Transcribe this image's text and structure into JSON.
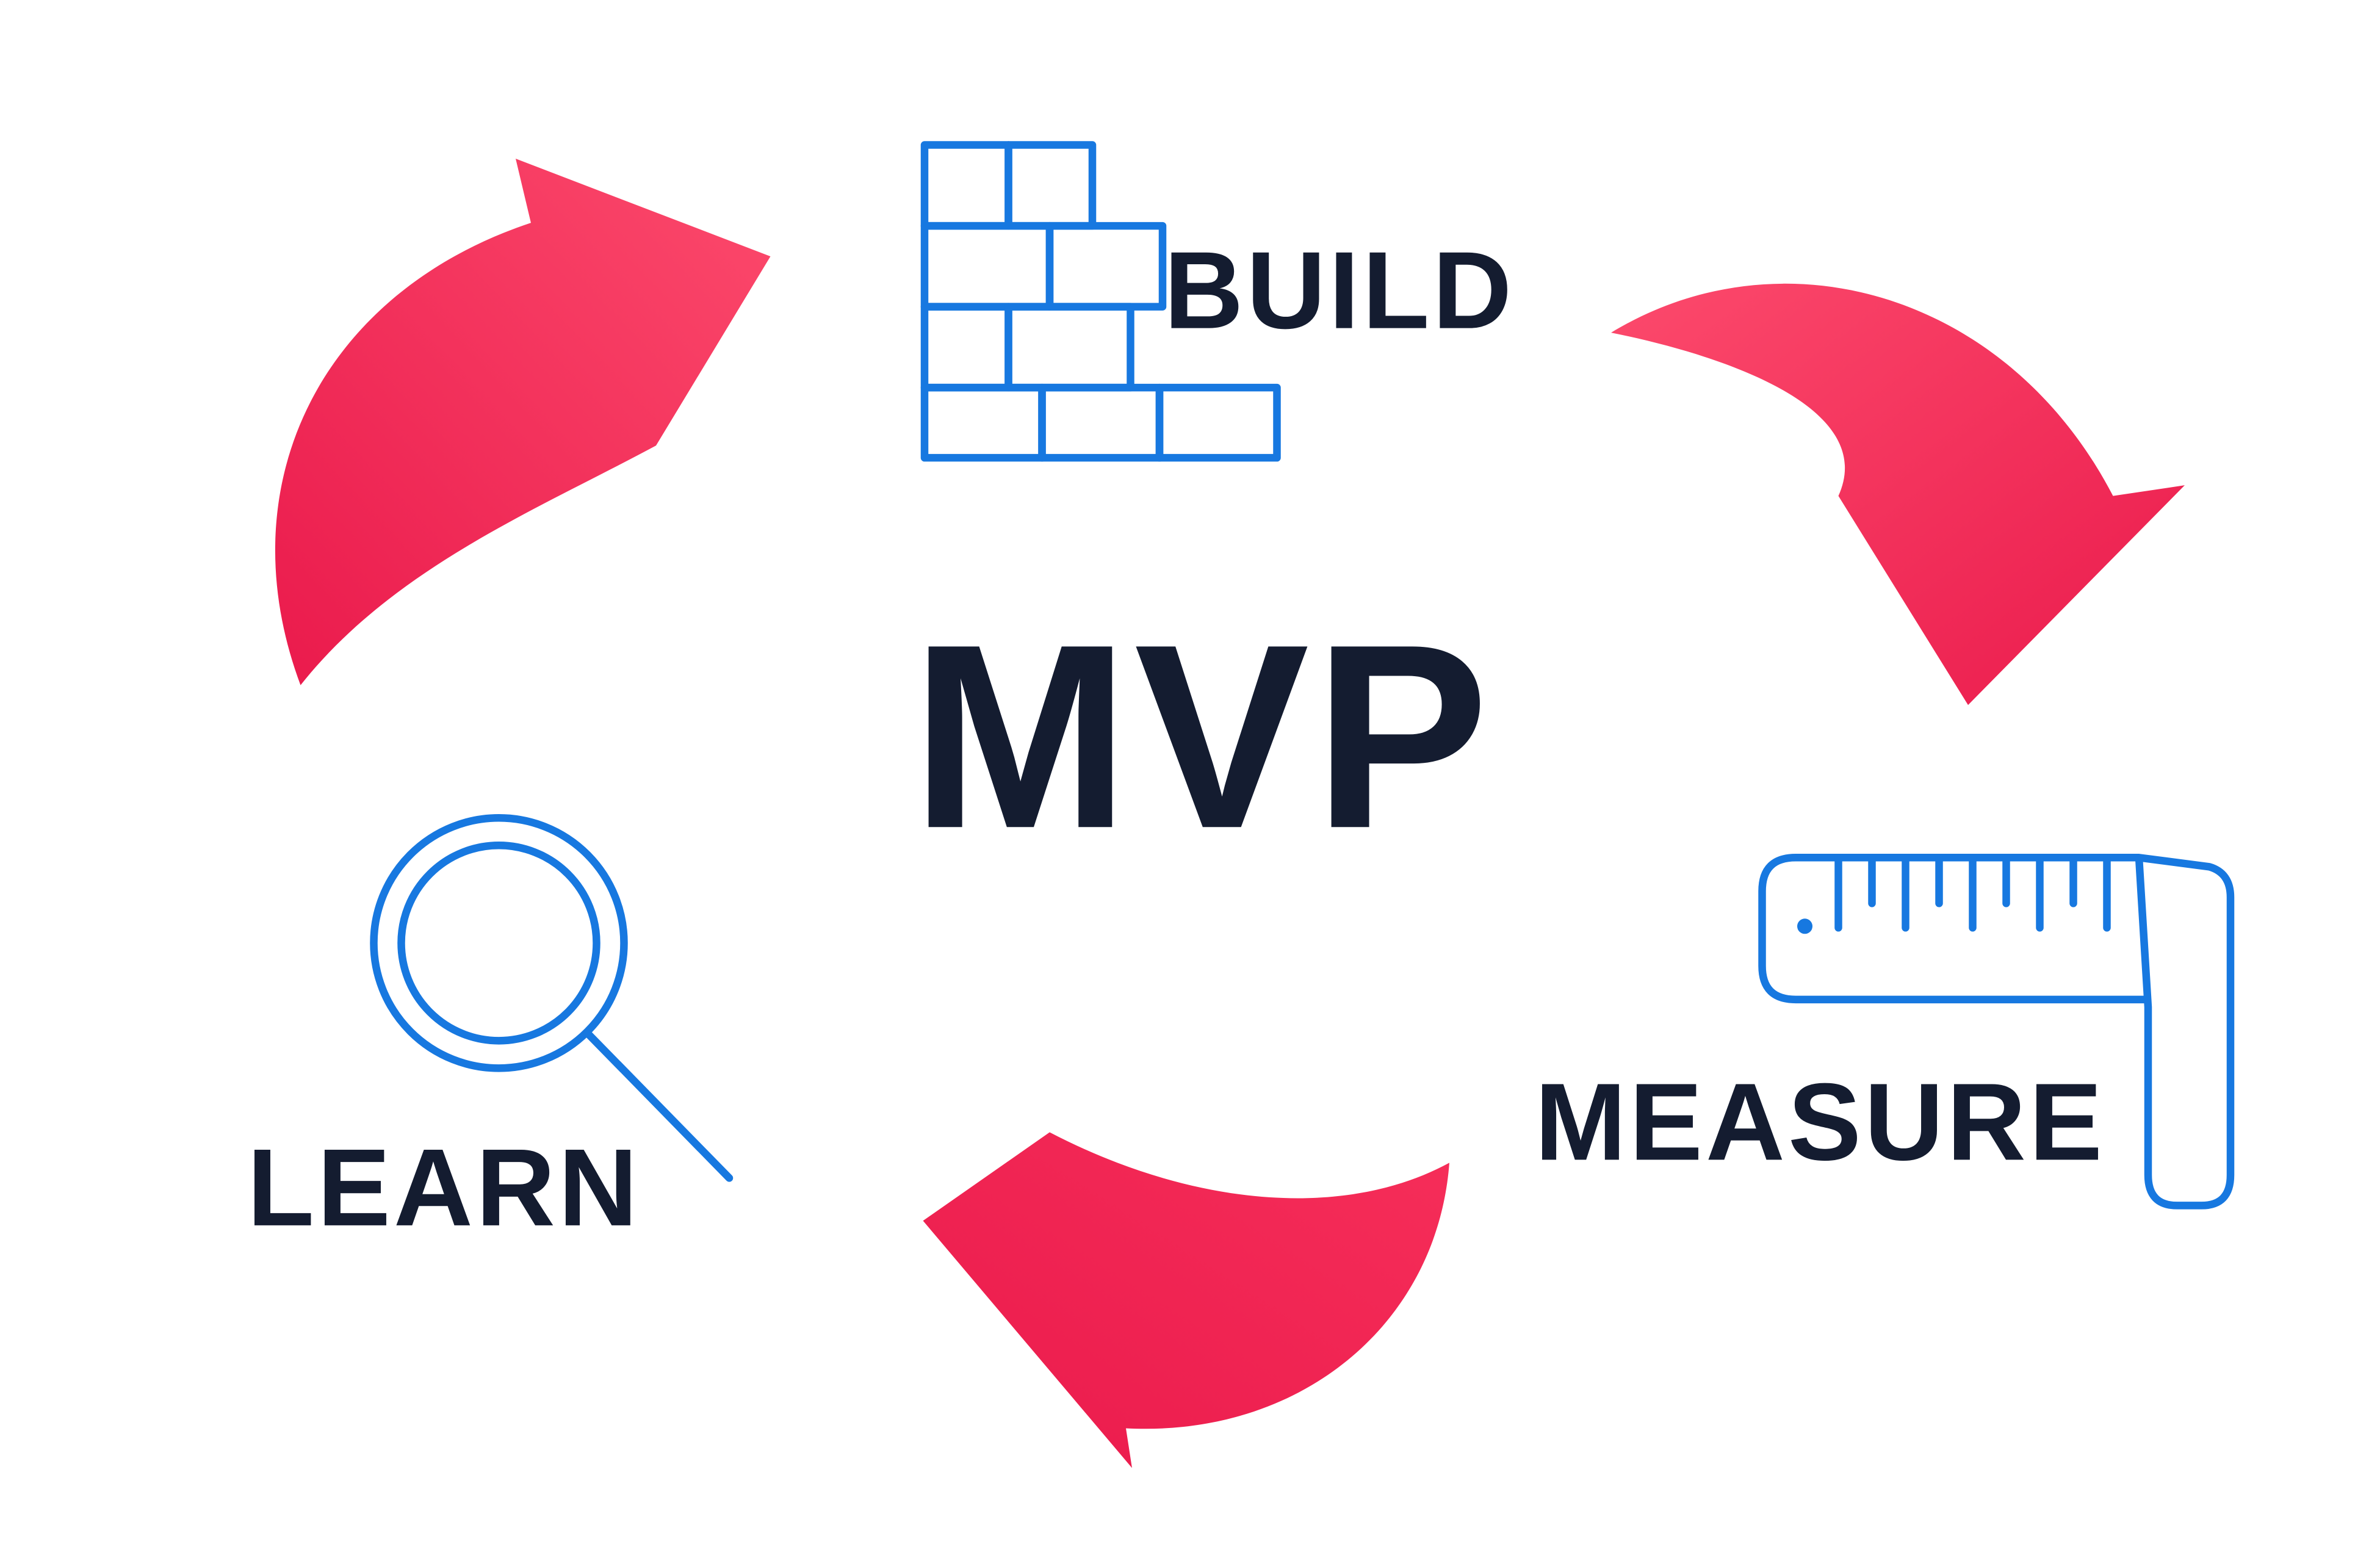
{
  "diagram": {
    "center_label": "MVP",
    "nodes": [
      {
        "id": "build",
        "label": "BUILD",
        "icon": "bricks-icon"
      },
      {
        "id": "measure",
        "label": "MEASURE",
        "icon": "folding-ruler-icon"
      },
      {
        "id": "learn",
        "label": "LEARN",
        "icon": "magnifier-icon"
      }
    ],
    "arrows": [
      {
        "id": "arrow-learn-to-build",
        "direction": "up-right"
      },
      {
        "id": "arrow-build-to-measure",
        "direction": "down-right"
      },
      {
        "id": "arrow-measure-to-learn",
        "direction": "left"
      }
    ],
    "colors": {
      "arrow_red": "#f62e59",
      "arrow_red_dark": "#ea1a4c",
      "arrow_red_light": "#fc4a6c",
      "icon_blue": "#1778e0",
      "text_dark": "#141c30",
      "background": "#ffffff"
    }
  }
}
